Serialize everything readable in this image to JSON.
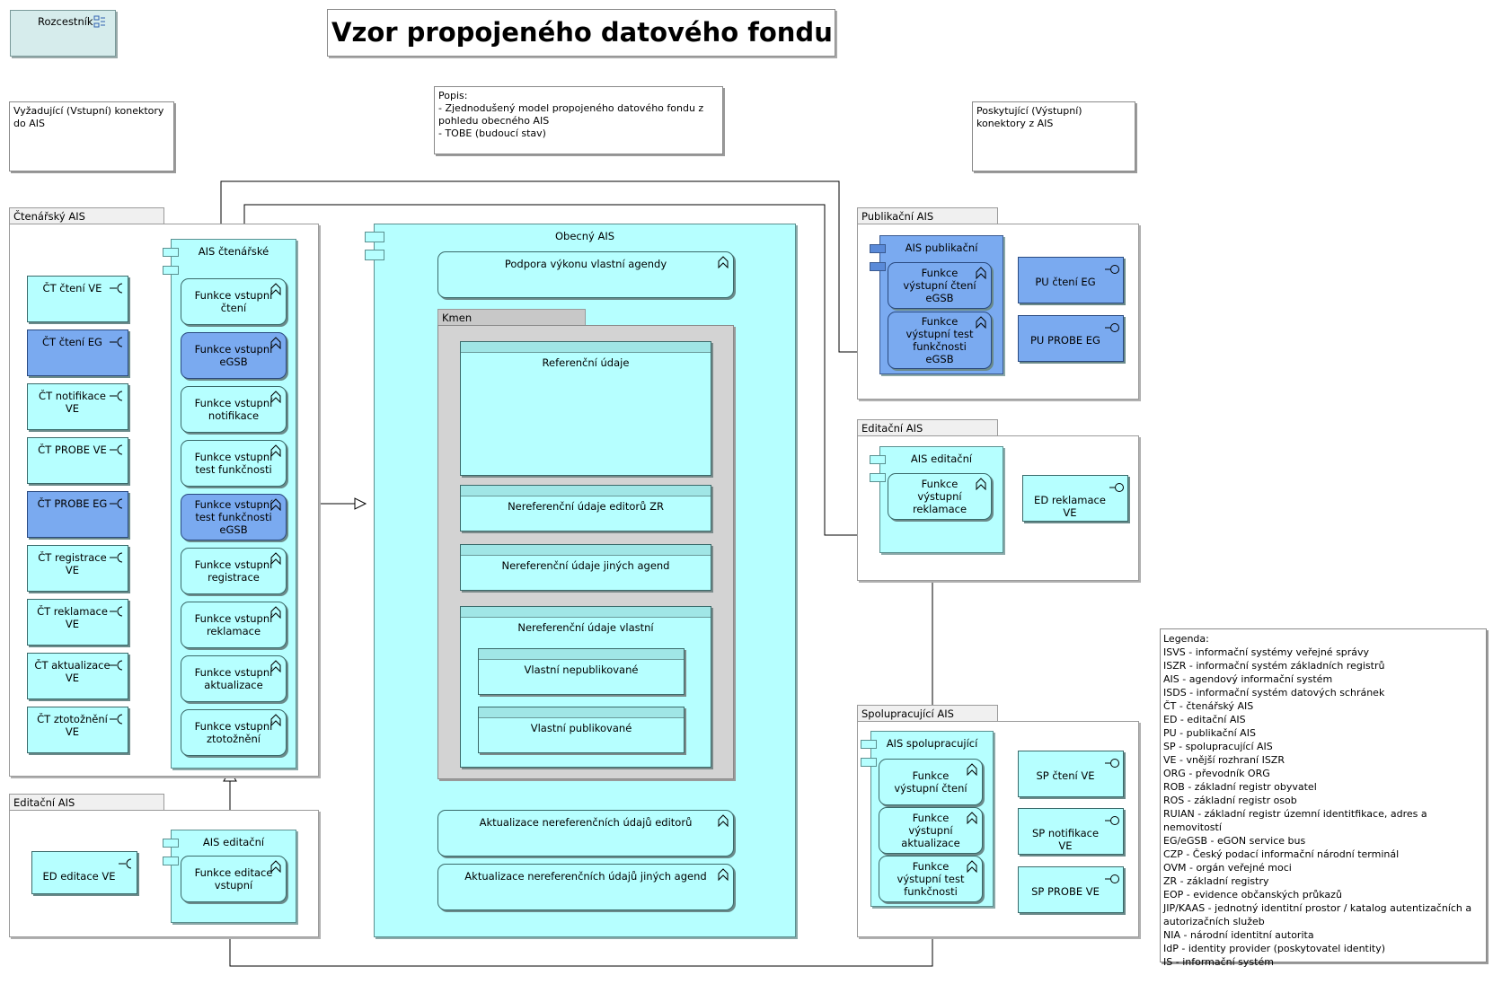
{
  "title": "Vzor propojeného datového fondu",
  "rozcestnik": {
    "label": "Rozcestník",
    "icon": "navigator-icon"
  },
  "notes": {
    "vstupni": "Vyžadující (Vstupní) konektory do AIS",
    "popis": "Popis:\n- Zjednodušený model propojeného datového fondu z pohledu obecného AIS\n- TOBE (budoucí stav)",
    "vystupni": "Poskytující (Výstupní) konektory z AIS"
  },
  "ctenarsky": {
    "group": "Čtenářský AIS",
    "component": "AIS čtenářské",
    "interfaces": [
      {
        "label": "ČT čtení VE",
        "blue": false
      },
      {
        "label": "ČT čtení EG",
        "blue": true
      },
      {
        "label": "ČT notifikace\nVE",
        "blue": false
      },
      {
        "label": "ČT PROBE VE",
        "blue": false
      },
      {
        "label": "ČT PROBE EG",
        "blue": true
      },
      {
        "label": "ČT registrace\nVE",
        "blue": false
      },
      {
        "label": "ČT reklamace\nVE",
        "blue": false
      },
      {
        "label": "ČT aktualizace\nVE",
        "blue": false
      },
      {
        "label": "ČT ztotožnění\nVE",
        "blue": false
      }
    ],
    "functions": [
      {
        "label": "Funkce vstupní\nčtení",
        "blue": false
      },
      {
        "label": "Funkce vstupní\neGSB",
        "blue": true
      },
      {
        "label": "Funkce vstupní\nnotifikace",
        "blue": false
      },
      {
        "label": "Funkce vstupní\ntest funkčnosti",
        "blue": false
      },
      {
        "label": "Funkce vstupní\ntest funkčnosti\neGSB",
        "blue": true
      },
      {
        "label": "Funkce vstupní\nregistrace",
        "blue": false
      },
      {
        "label": "Funkce vstupní\nreklamace",
        "blue": false
      },
      {
        "label": "Funkce vstupní\naktualizace",
        "blue": false
      },
      {
        "label": "Funkce vstupní\nztotožnění",
        "blue": false
      }
    ]
  },
  "editacni_left": {
    "group": "Editační AIS",
    "component": "AIS editační",
    "interface": "ED editace VE",
    "function": "Funkce editace\nvstupní"
  },
  "obecny": {
    "component": "Obecný AIS",
    "podpora": "Podpora výkonu vlastní agendy",
    "kmen": "Kmen",
    "referencni": "Referenční údaje",
    "nereferencni_zr": "Nereferenční údaje editorů ZR",
    "nereferencni_jine": "Nereferenční údaje jiných agend",
    "nereferencni_vlastni": "Nereferenční údaje vlastní",
    "vlastni_nepubl": "Vlastní nepublikované",
    "vlastni_publ": "Vlastní publikované",
    "aktualizace_editoru": "Aktualizace nereferenčních údajů editorů",
    "aktualizace_jinych": "Aktualizace nereferenčních údajů jiných agend"
  },
  "publikacni": {
    "group": "Publikační AIS",
    "component": "AIS publikační",
    "functions": [
      "Funkce\nvýstupní čtení\neGSB",
      "Funkce\nvýstupní test\nfunkčnosti\neGSB"
    ],
    "interfaces": [
      "PU čtení EG",
      "PU PROBE EG"
    ]
  },
  "editacni_right": {
    "group": "Editační AIS",
    "component": "AIS editační",
    "function": "Funkce\nvýstupní\nreklamace",
    "interface": "ED reklamace\nVE"
  },
  "spolupracujici": {
    "group": "Spolupracující AIS",
    "component": "AIS spolupracující",
    "functions": [
      "Funkce\nvýstupní čtení",
      "Funkce\nvýstupní\naktualizace",
      "Funkce\nvýstupní test\nfunkčnosti"
    ],
    "interfaces": [
      "SP čtení VE",
      "SP notifikace\nVE",
      "SP PROBE VE"
    ]
  },
  "legend": [
    "Legenda:",
    "ISVS - informační systémy veřejné správy",
    "ISZR - informační systém základních registrů",
    "AIS - agendový informační systém",
    "ISDS - informační systém datových schránek",
    "ČT - čtenářský AIS",
    "ED - editační AIS",
    "PU - publikační AIS",
    "SP - spolupracující AIS",
    "VE - vnější rozhraní ISZR",
    "ORG - převodník ORG",
    "ROB - základní registr obyvatel",
    "ROS - základní registr osob",
    "RUIAN - základní registr územní identitfikace, adres a nemovitostí",
    "EG/eGSB - eGON service bus",
    "CZP - Český podací informační národní terminál",
    "OVM - orgán veřejné moci",
    "ZR - základní registry",
    "EOP - evidence občanských průkazů",
    "JIP/KAAS - jednotný identitní prostor / katalog autentizačních a autorizačních služeb",
    "NIA - národní identitní autorita",
    "IdP - identity provider (poskytovatel identity)",
    "IS - informační systém"
  ],
  "icons": {
    "function": "function-icon",
    "interface": "interface-icon",
    "component": "component-icon"
  },
  "colors": {
    "component": "#b6ffff",
    "egsb": "#7aaaf0",
    "kmen": "#d3d3d3"
  }
}
